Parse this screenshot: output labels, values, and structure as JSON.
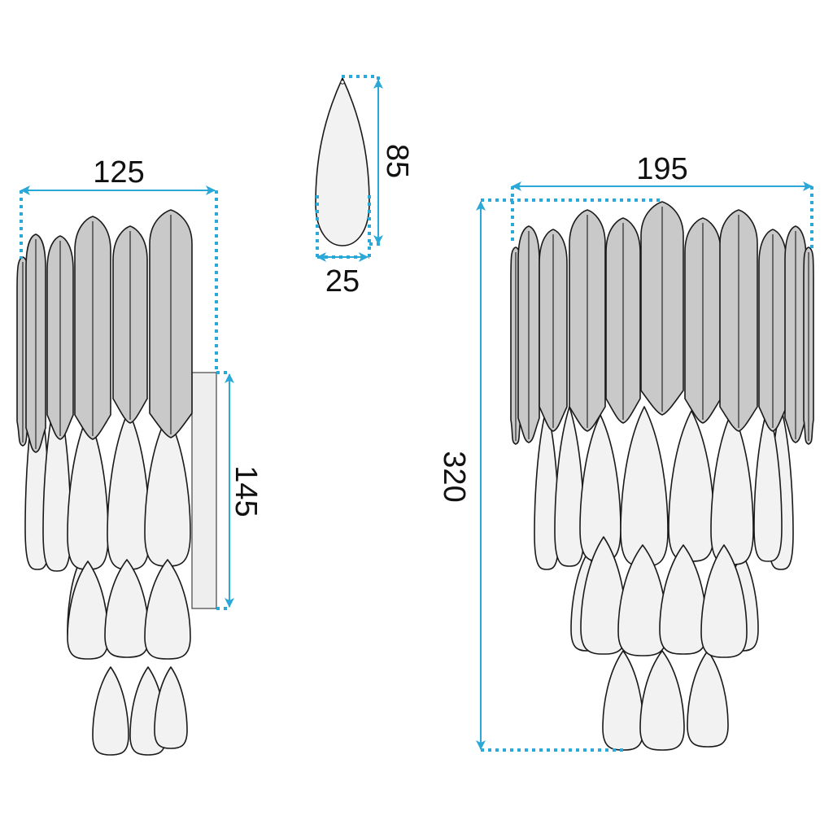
{
  "colors": {
    "dimension": "#2aa8d8",
    "shade_petal": "#c9c9c9",
    "crystal_petal": "#f2f2f2",
    "outline": "#1a1a1a",
    "wall_plate": "#eeeeee"
  },
  "dimensions": {
    "wall_lamp_width": "125",
    "wall_plate_height": "145",
    "drop_height": "85",
    "drop_width": "25",
    "ceiling_lamp_width": "195",
    "ceiling_lamp_height": "320"
  }
}
